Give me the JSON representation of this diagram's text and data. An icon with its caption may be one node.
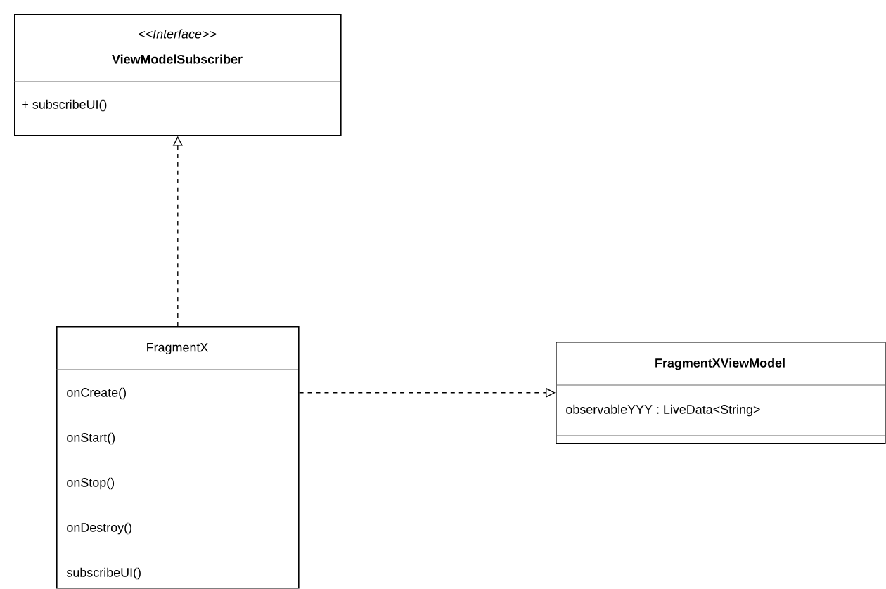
{
  "diagram": {
    "nodes": [
      {
        "text": [
          "<<Interface>>",
          "ViewModelSubscriber",
          "+ subscribeUI()"
        ]
      },
      {
        "text": [
          "FragmentX",
          "onCreate()",
          "onStart()",
          "onStop()",
          "onDestroy()",
          "subscribeUI()"
        ]
      },
      {
        "text": [
          "FragmentXViewModel",
          "observableYYY : LiveData<String>"
        ]
      }
    ],
    "edges": [
      {
        "from": 1,
        "to": 0,
        "arrow": "to",
        "style": "dashed"
      },
      {
        "from": 1,
        "to": 2,
        "arrow": "to",
        "style": "dashed"
      }
    ]
  }
}
